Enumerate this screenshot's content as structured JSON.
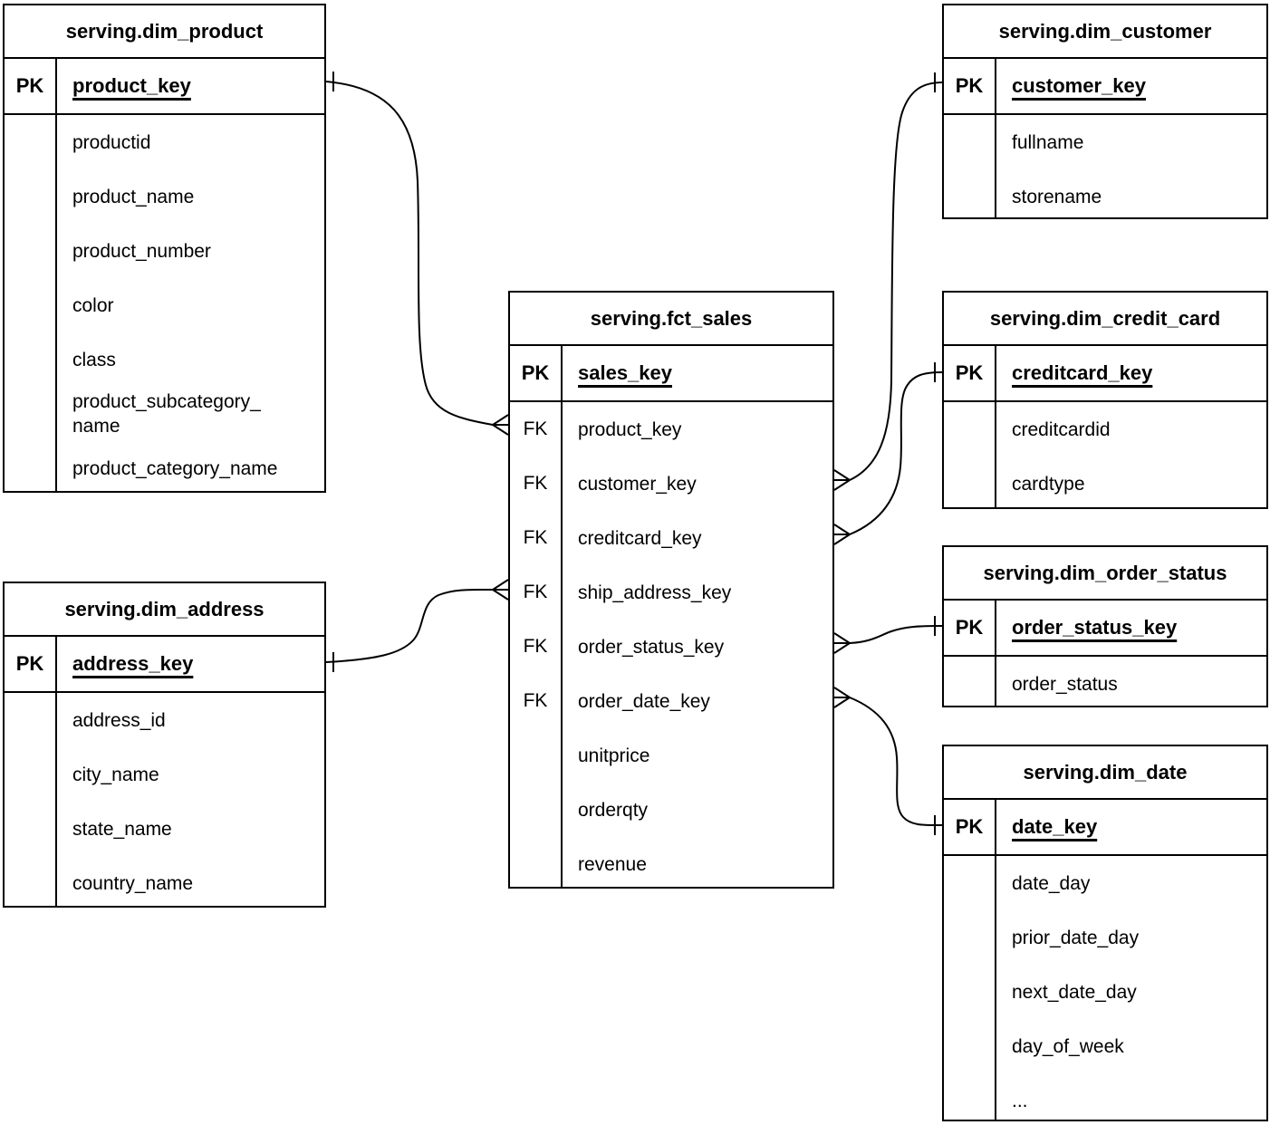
{
  "colors": {
    "background": "#ffffff",
    "line": "#000000",
    "text": "#000000"
  },
  "labels": {
    "pk": "PK",
    "fk": "FK"
  },
  "tables": {
    "dim_product": {
      "title": "serving.dim_product",
      "pk_field": "product_key",
      "fields": [
        "productid",
        "product_name",
        "product_number",
        "color",
        "class",
        "product_subcategory_\nname",
        "product_category_name"
      ]
    },
    "dim_address": {
      "title": "serving.dim_address",
      "pk_field": "address_key",
      "fields": [
        "address_id",
        "city_name",
        "state_name",
        "country_name"
      ]
    },
    "fct_sales": {
      "title": "serving.fct_sales",
      "pk_field": "sales_key",
      "fields": [
        {
          "tag": "FK",
          "name": "product_key"
        },
        {
          "tag": "FK",
          "name": "customer_key"
        },
        {
          "tag": "FK",
          "name": "creditcard_key"
        },
        {
          "tag": "FK",
          "name": "ship_address_key"
        },
        {
          "tag": "FK",
          "name": "order_status_key"
        },
        {
          "tag": "FK",
          "name": "order_date_key"
        },
        {
          "tag": "",
          "name": "unitprice"
        },
        {
          "tag": "",
          "name": "orderqty"
        },
        {
          "tag": "",
          "name": "revenue"
        }
      ]
    },
    "dim_customer": {
      "title": "serving.dim_customer",
      "pk_field": "customer_key",
      "fields": [
        "fullname",
        "storename"
      ]
    },
    "dim_credit_card": {
      "title": "serving.dim_credit_card",
      "pk_field": "creditcard_key",
      "fields": [
        "creditcardid",
        "cardtype"
      ]
    },
    "dim_order_status": {
      "title": "serving.dim_order_status",
      "pk_field": "order_status_key",
      "fields": [
        "order_status"
      ]
    },
    "dim_date": {
      "title": "serving.dim_date",
      "pk_field": "date_key",
      "fields": [
        "date_day",
        "prior_date_day",
        "next_date_day",
        "day_of_week",
        "..."
      ]
    }
  },
  "relationships": [
    {
      "many_side": "serving.fct_sales.product_key",
      "one_side": "serving.dim_product.product_key",
      "cardinality": "many-to-one"
    },
    {
      "many_side": "serving.fct_sales.customer_key",
      "one_side": "serving.dim_customer.customer_key",
      "cardinality": "many-to-one"
    },
    {
      "many_side": "serving.fct_sales.creditcard_key",
      "one_side": "serving.dim_credit_card.creditcard_key",
      "cardinality": "many-to-one"
    },
    {
      "many_side": "serving.fct_sales.ship_address_key",
      "one_side": "serving.dim_address.address_key",
      "cardinality": "many-to-one"
    },
    {
      "many_side": "serving.fct_sales.order_status_key",
      "one_side": "serving.dim_order_status.order_status_key",
      "cardinality": "many-to-one"
    },
    {
      "many_side": "serving.fct_sales.order_date_key",
      "one_side": "serving.dim_date.date_key",
      "cardinality": "many-to-one"
    }
  ]
}
